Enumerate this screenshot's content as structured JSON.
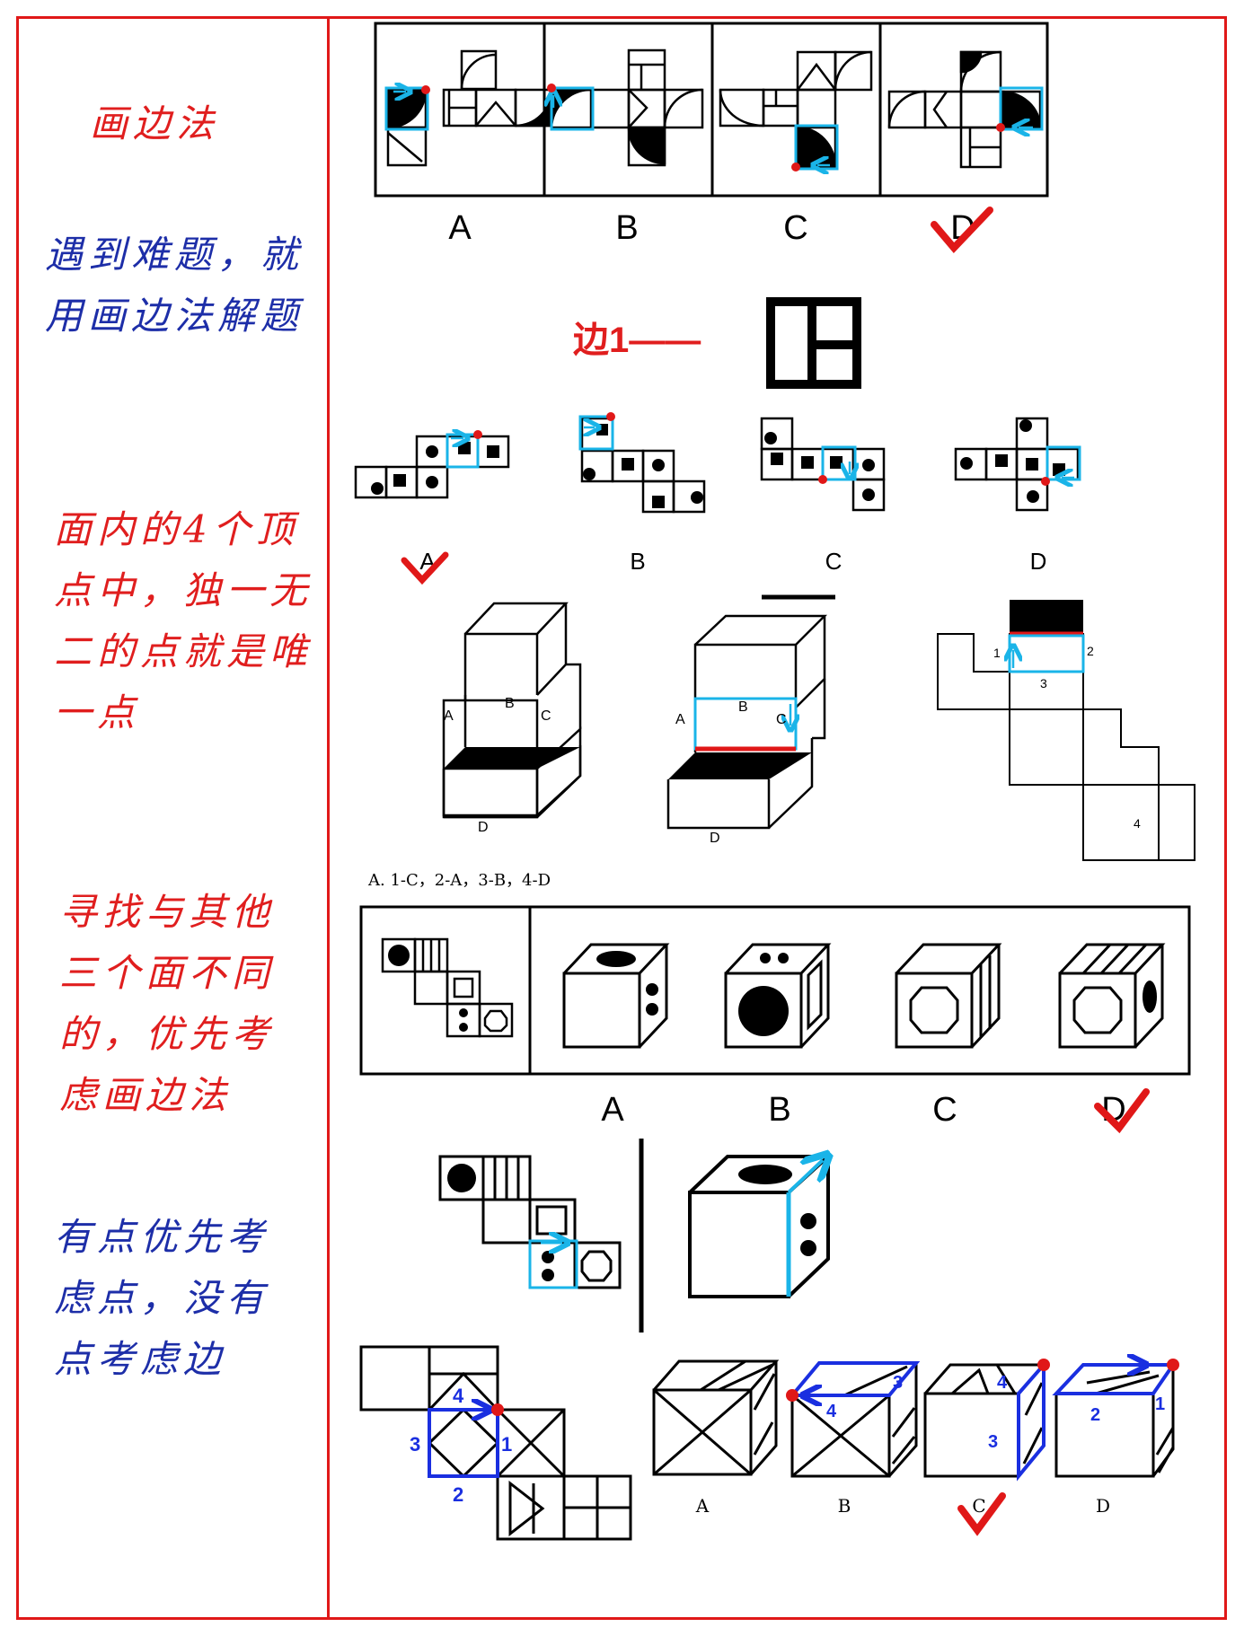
{
  "notes": [
    {
      "id": "title",
      "text": "画边法"
    },
    {
      "id": "hard",
      "text": "遇到难题，就用画边法解题"
    },
    {
      "id": "unique",
      "text": "面内的4个顶点中，独一无二的点就是唯一点"
    },
    {
      "id": "different",
      "text": "寻找与其他三个面不同的，优先考虑画边法"
    },
    {
      "id": "priority",
      "text": "有点优先考虑点，没有点考虑边"
    }
  ],
  "problem1": {
    "options": [
      "A",
      "B",
      "C",
      "D"
    ],
    "answer": "D"
  },
  "edge_label": "边1——",
  "problem2": {
    "options": [
      "A",
      "B",
      "C",
      "D"
    ],
    "answer": "A"
  },
  "problem3": {
    "cube_labels": [
      "A",
      "B",
      "C",
      "D"
    ],
    "net_labels": [
      "1",
      "2",
      "3",
      "4"
    ],
    "answer_text": "A. 1-C，2-A，3-B，4-D"
  },
  "problem4": {
    "options": [
      "A",
      "B",
      "C",
      "D"
    ],
    "answer": "D"
  },
  "problem5": {
    "net_labels": [
      "4",
      "3",
      "1",
      "2"
    ],
    "options": [
      "A",
      "B",
      "C",
      "D"
    ],
    "option_edge_labels": {
      "B": [
        "3",
        "4"
      ],
      "C": [
        "4",
        "3"
      ],
      "D": [
        "2",
        "1"
      ]
    },
    "answer": "C"
  },
  "colors": {
    "accent_red": "#e01e1e",
    "note_blue": "#1d2ea8",
    "highlight_cyan": "#1ab4e8",
    "edge_blue": "#1a2fe0"
  }
}
